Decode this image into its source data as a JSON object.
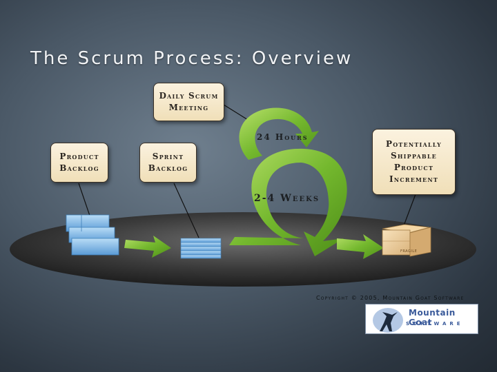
{
  "slide": {
    "title": "The Scrum Process: Overview"
  },
  "notes": {
    "daily_scrum": "Daily Scrum\nMeeting",
    "product_backlog": "Product\nBacklog",
    "sprint_backlog": "Sprint\nBacklog",
    "increment": "Potentially\nShippable\nProduct\nIncrement"
  },
  "cycle_labels": {
    "hours": "24 Hours",
    "weeks": "2-4 Weeks"
  },
  "box_label": "Fragile",
  "copyright": "Copyright © 2005, Mountain Goat Software",
  "logo": {
    "name": "Mountain Goat",
    "sub": "Software"
  },
  "colors": {
    "arrow_green": "#7dc33a",
    "note_fill": "#f6e8c8",
    "backlog_blue": "#7fb6e4"
  }
}
